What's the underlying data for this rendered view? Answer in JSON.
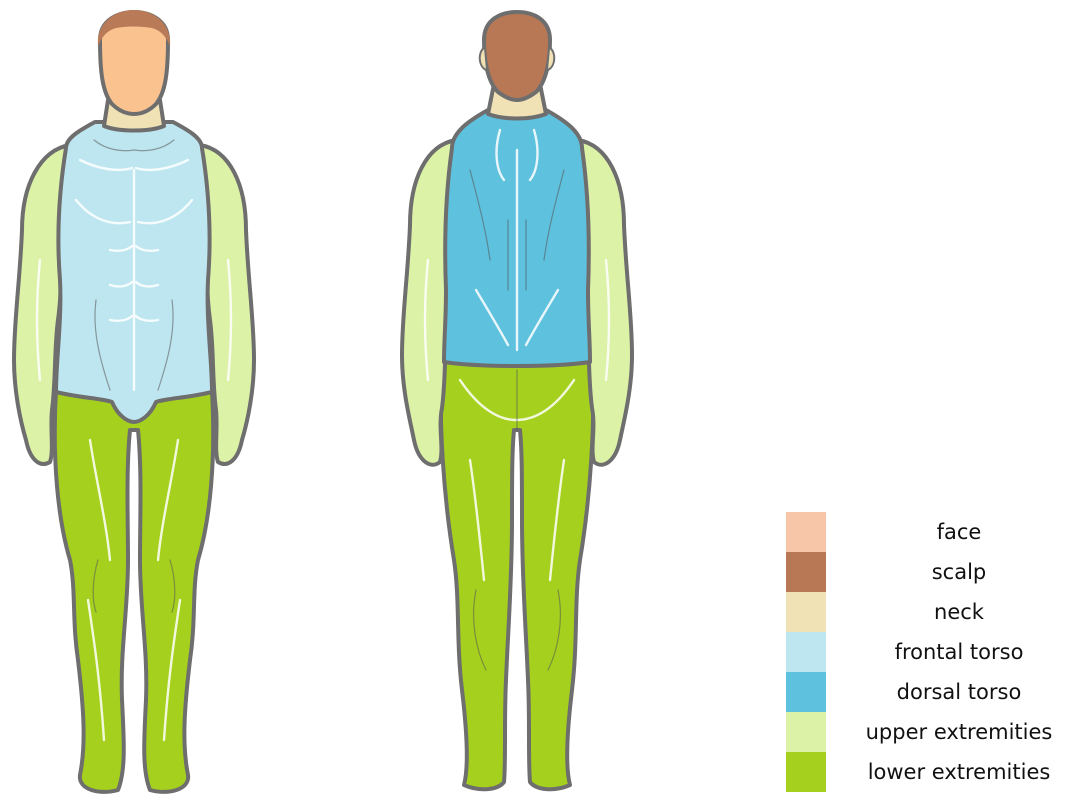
{
  "figure": {
    "views": [
      {
        "name": "front"
      },
      {
        "name": "back"
      }
    ]
  },
  "legend": {
    "items": [
      {
        "key": "face",
        "label": "face",
        "color": "#F7C6A8"
      },
      {
        "key": "scalp",
        "label": "scalp",
        "color": "#B87855"
      },
      {
        "key": "neck",
        "label": "neck",
        "color": "#F0E2B4"
      },
      {
        "key": "frontal-torso",
        "label": "frontal torso",
        "color": "#BEE6F0"
      },
      {
        "key": "dorsal-torso",
        "label": "dorsal torso",
        "color": "#5EC1DE"
      },
      {
        "key": "upper-extremities",
        "label": "upper extremities",
        "color": "#DCF2A6"
      },
      {
        "key": "lower-extremities",
        "label": "lower extremities",
        "color": "#A5D11E"
      }
    ]
  },
  "colors": {
    "outline": "#6E6E6E",
    "face_front": "#F9C28E",
    "scalp_front": "#B97A58"
  }
}
